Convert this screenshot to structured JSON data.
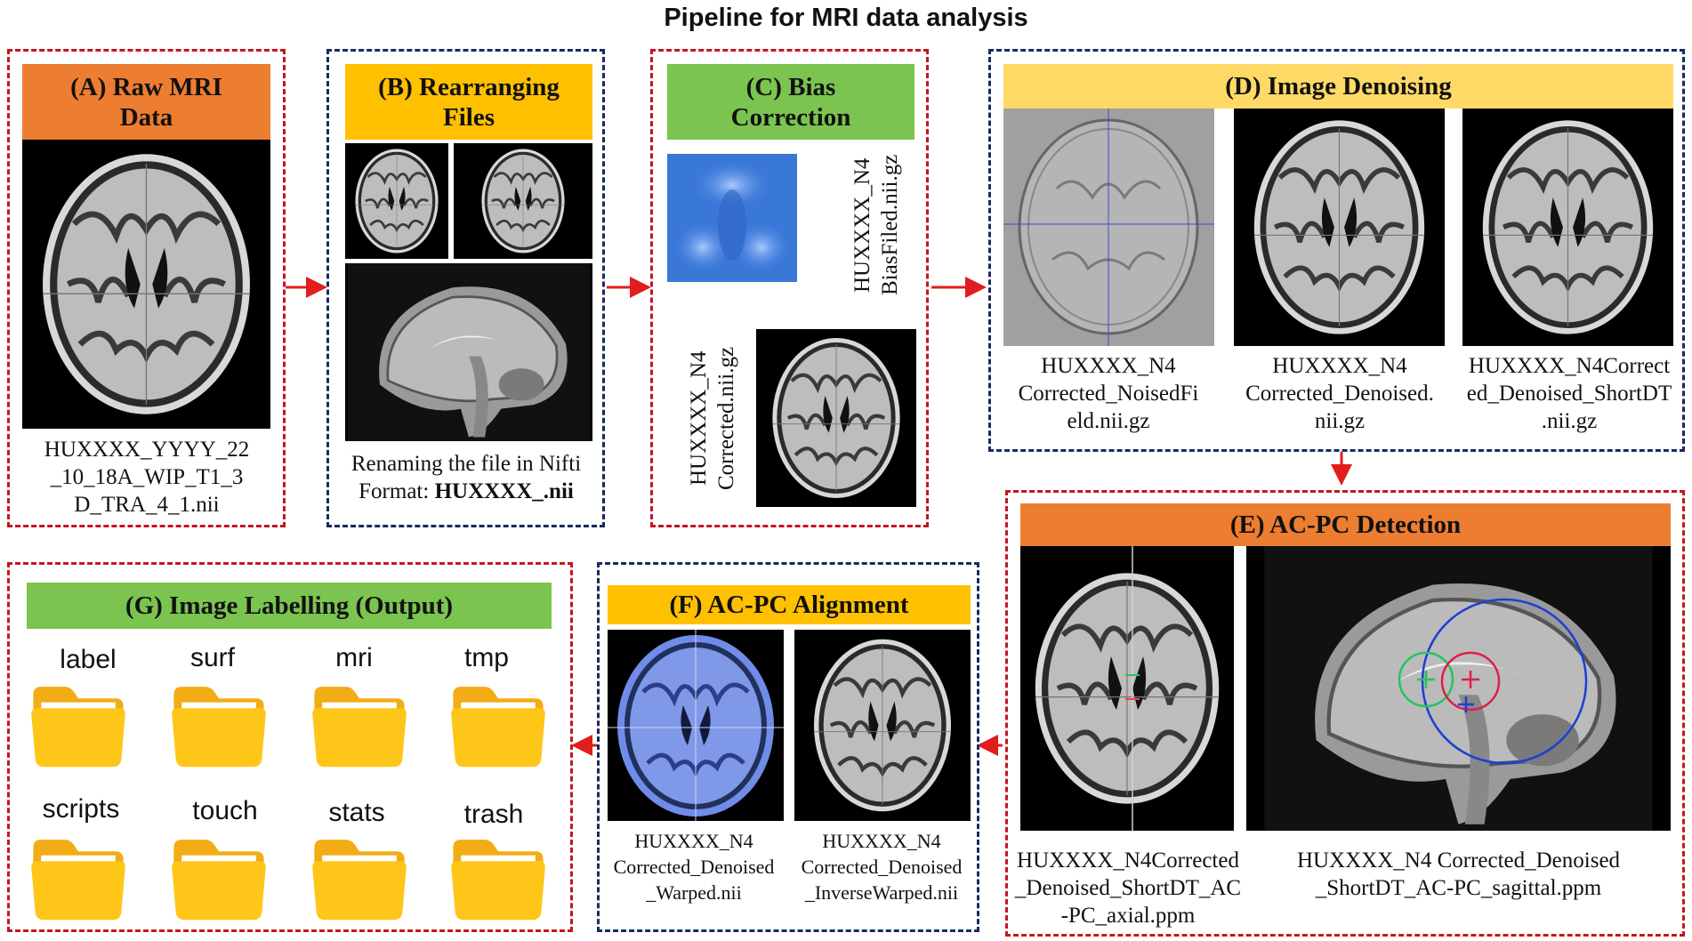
{
  "title": "Pipeline for MRI data analysis",
  "panels": {
    "a": {
      "header": "(A) Raw MRI Data",
      "caption": [
        "HUXXXX_YYYY_22",
        "_10_18A_WIP_T1_3",
        "D_TRA_4_1.nii"
      ]
    },
    "b": {
      "header": "(B) Rearranging Files",
      "caption_line1": "Renaming the file in Nifti",
      "caption_line2": "Format: ",
      "caption_bold": "HUXXXX_.nii"
    },
    "c": {
      "header": "(C) Bias Correction",
      "bias_label": [
        "HUXXXX_N4",
        "BiasFiled.nii.gz"
      ],
      "corrected_label": [
        "HUXXXX_N4",
        "Corrected.nii.gz"
      ]
    },
    "d": {
      "header": "(D) Image Denoising",
      "captions": [
        [
          "HUXXXX_N4",
          "Corrected_NoisedFi",
          "eld.nii.gz"
        ],
        [
          "HUXXXX_N4",
          "Corrected_Denoised.",
          "nii.gz"
        ],
        [
          "HUXXXX_N4Correct",
          "ed_Denoised_ShortDT",
          ".nii.gz"
        ]
      ]
    },
    "e": {
      "header": "(E) AC-PC Detection",
      "captions": [
        [
          "HUXXXX_N4Corrected",
          "_Denoised_ShortDT_AC",
          "-PC_axial.ppm"
        ],
        [
          "HUXXXX_N4 Corrected_Denoised",
          "_ShortDT_AC-PC_sagittal.ppm"
        ]
      ]
    },
    "f": {
      "header": "(F) AC-PC Alignment",
      "captions": [
        [
          "HUXXXX_N4",
          "Corrected_Denoised",
          "_Warped.nii"
        ],
        [
          "HUXXXX_N4",
          "Corrected_Denoised",
          "_InverseWarped.nii"
        ]
      ]
    },
    "g": {
      "header": "(G) Image Labelling (Output)",
      "folders": [
        "label",
        "surf",
        "mri",
        "tmp",
        "scripts",
        "touch",
        "stats",
        "trash"
      ]
    }
  },
  "colors": {
    "red_border": "#c0181f",
    "navy_border": "#1a2a5e",
    "arrow": "#e11d1d",
    "orange": "#ed7d31",
    "gold": "#ffc000",
    "light_gold": "#ffd966",
    "green": "#7cc450",
    "folder": "#ffc61a"
  },
  "icons": {
    "folder": "folder-icon",
    "arrow": "arrow-icon"
  }
}
